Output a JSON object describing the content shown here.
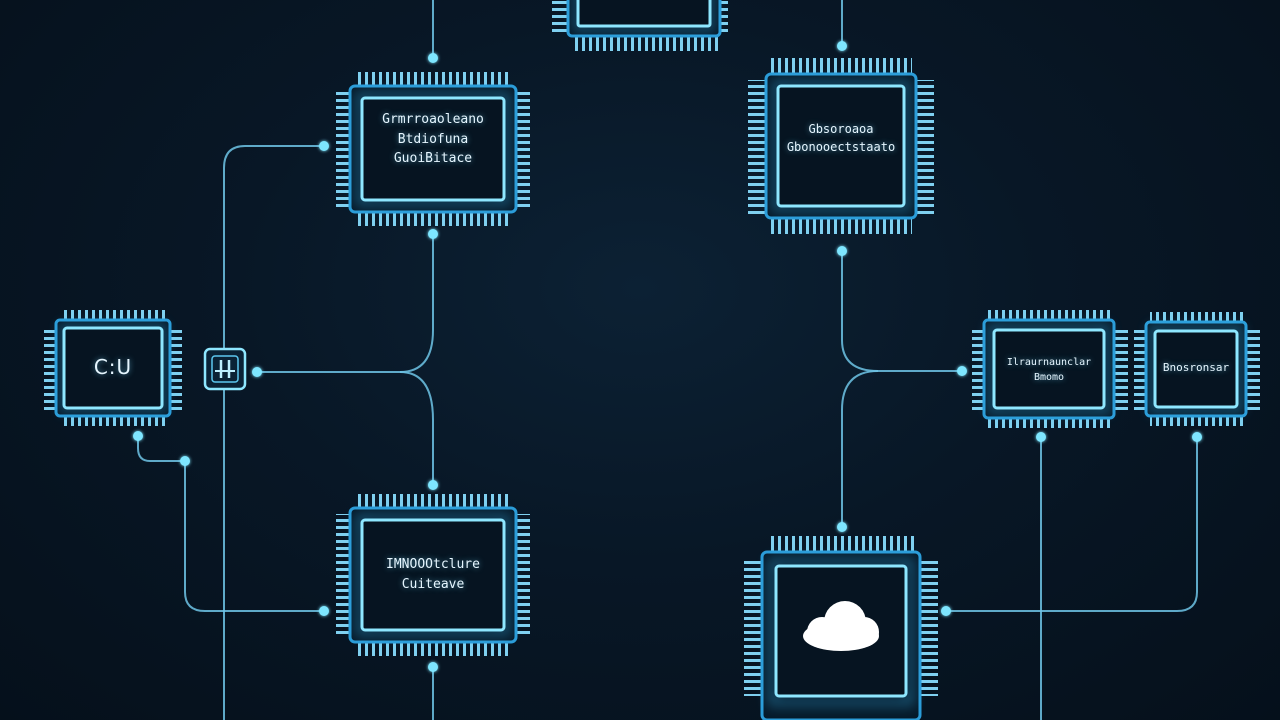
{
  "diagram": {
    "colors": {
      "background": "#06121f",
      "wire": "#6fc4e6",
      "chip_border": "#8ee7ff",
      "glow": "#3cc2ff"
    },
    "chips": [
      {
        "id": "chip-top-center-partial",
        "label": ""
      },
      {
        "id": "chip-top-left",
        "label": "Grmrroaoleano\nBtdiofuna\nGuoiBitace"
      },
      {
        "id": "chip-top-right",
        "label": "Gbsoroaoa\nGbonooectstaato"
      },
      {
        "id": "chip-cpu",
        "label": "C:U"
      },
      {
        "id": "chip-mid-right-1",
        "label": "Ilraurnaunclar\nBmomo"
      },
      {
        "id": "chip-mid-right-2",
        "label": "Bnosronsar"
      },
      {
        "id": "chip-bottom-left",
        "label": "IMNOOOtclure\nCuiteave"
      },
      {
        "id": "chip-cloud",
        "label": ""
      }
    ],
    "connector_icon": "plug-connector-icon",
    "cloud_icon": "cloud-icon"
  }
}
